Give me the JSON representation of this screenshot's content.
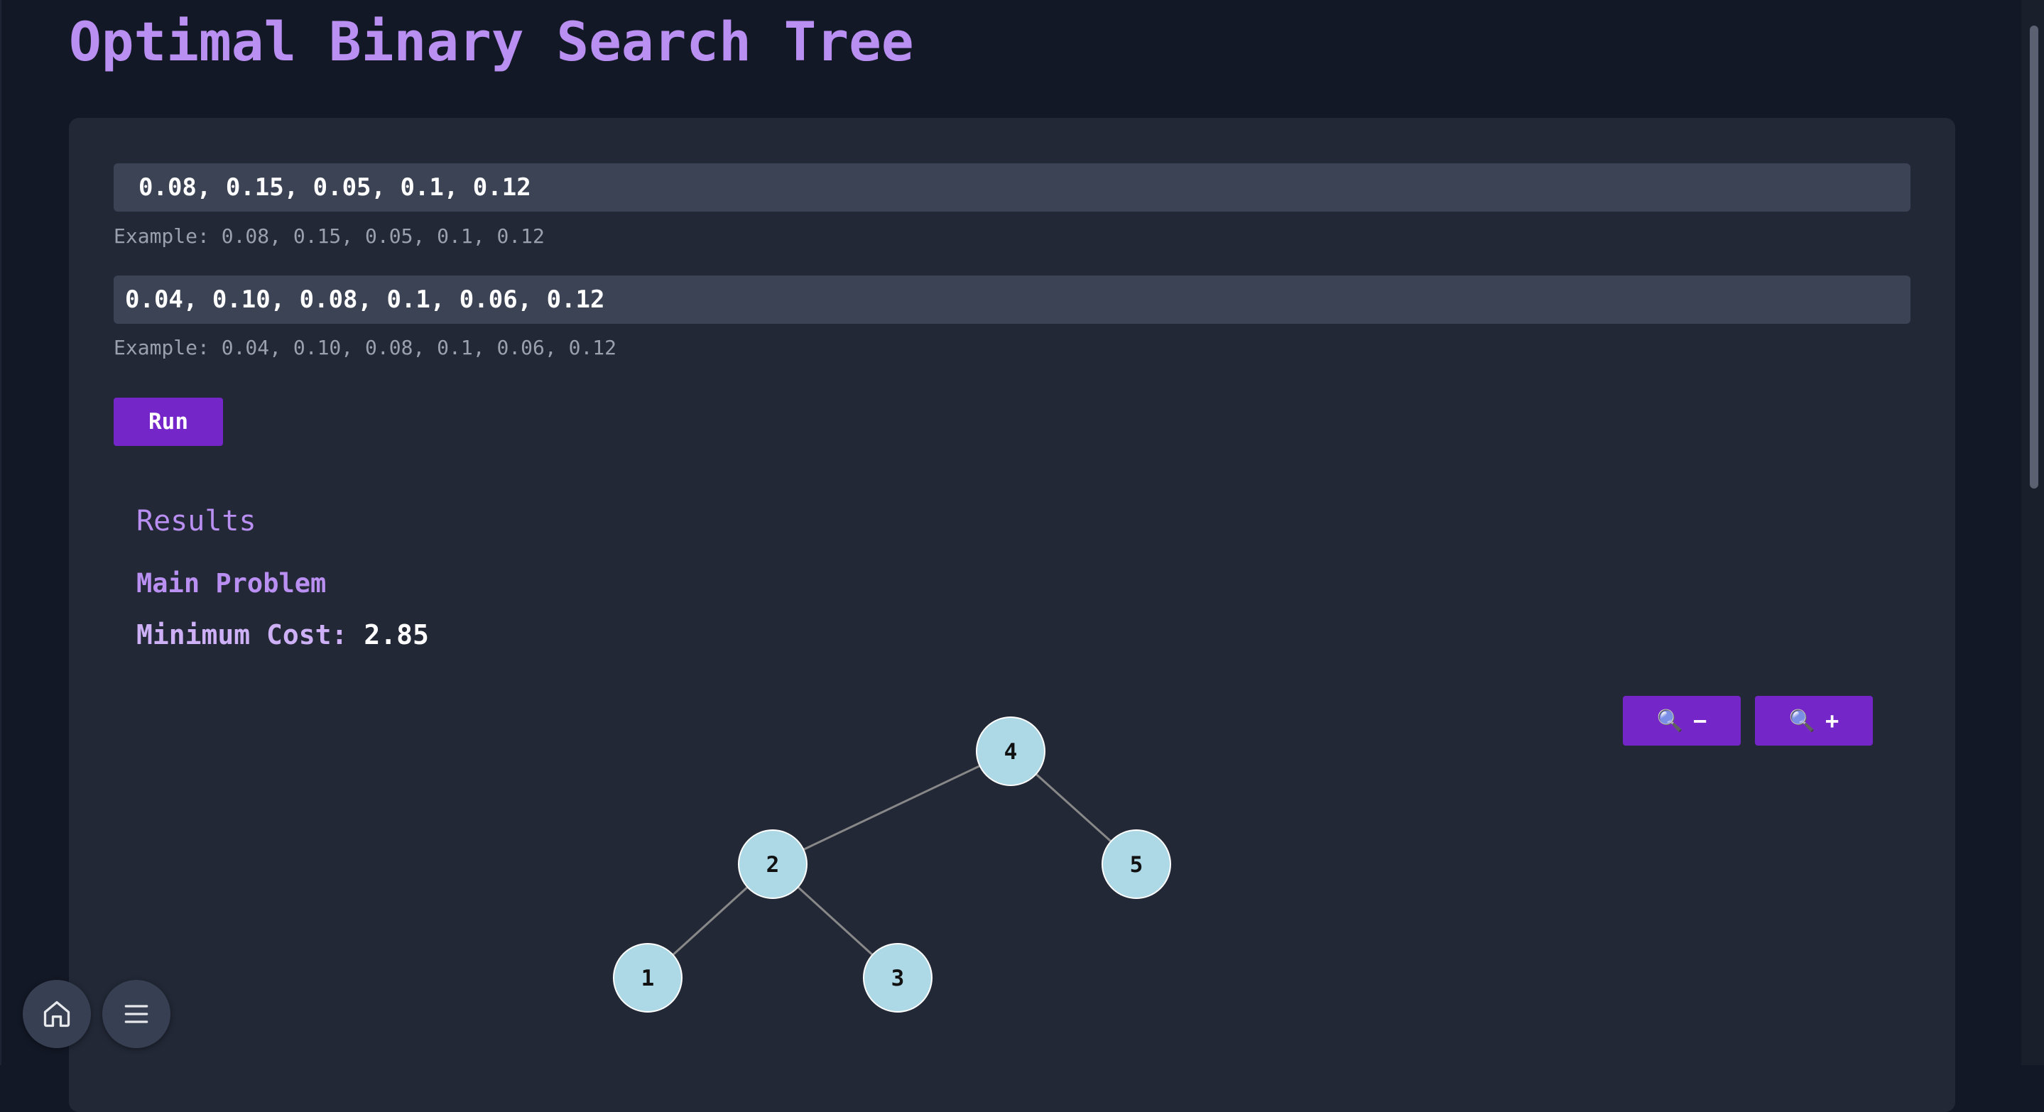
{
  "page": {
    "title": "Optimal Binary Search Tree"
  },
  "form": {
    "input1": {
      "value": "0.08, 0.15, 0.05, 0.1, 0.12",
      "hint": "Example: 0.08, 0.15, 0.05, 0.1, 0.12"
    },
    "input2": {
      "value": "0.04, 0.10, 0.08, 0.1, 0.06, 0.12",
      "hint": "Example: 0.04, 0.10, 0.08, 0.1, 0.06, 0.12"
    },
    "run_label": "Run"
  },
  "results": {
    "heading": "Results",
    "subheading": "Main Problem",
    "cost_label": "Minimum Cost:",
    "cost_value": "2.85"
  },
  "zoom": {
    "out_label": "−",
    "in_label": "+",
    "icon": "magnifier-icon"
  },
  "tree": {
    "nodes": [
      {
        "id": "n4",
        "label": "4"
      },
      {
        "id": "n2",
        "label": "2"
      },
      {
        "id": "n5",
        "label": "5"
      },
      {
        "id": "n1",
        "label": "1"
      },
      {
        "id": "n3",
        "label": "3"
      }
    ],
    "edges": [
      [
        "n4",
        "n2"
      ],
      [
        "n4",
        "n5"
      ],
      [
        "n2",
        "n1"
      ],
      [
        "n2",
        "n3"
      ]
    ],
    "node_color": "#add8e6",
    "edge_color": "#888888"
  },
  "fabs": {
    "home_icon": "home-icon",
    "menu_icon": "menu-icon"
  },
  "colors": {
    "accent": "#7426c9",
    "heading": "#b98ff2",
    "background": "#131826",
    "card": "#222836"
  }
}
